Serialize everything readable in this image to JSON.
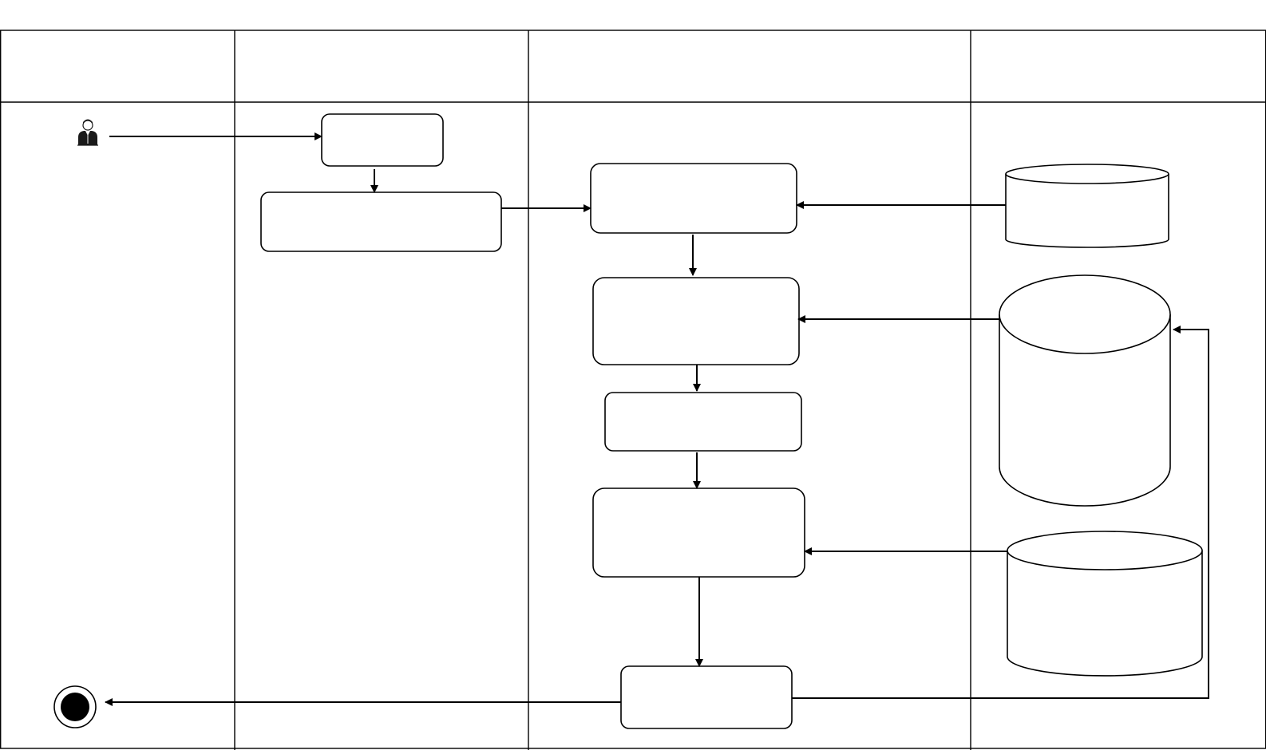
{
  "diagram": {
    "type": "swimlane-activity-diagram",
    "colors": {
      "stroke": "#000000",
      "background": "#ffffff",
      "fill": "#ffffff"
    },
    "lanes": [
      {
        "id": "lane-1",
        "title": ""
      },
      {
        "id": "lane-2",
        "title": ""
      },
      {
        "id": "lane-3",
        "title": ""
      },
      {
        "id": "lane-4",
        "title": ""
      }
    ],
    "nodes": [
      {
        "id": "actor",
        "kind": "actor",
        "icon": "user-icon",
        "label": ""
      },
      {
        "id": "box-a",
        "kind": "process",
        "label": ""
      },
      {
        "id": "box-b",
        "kind": "process",
        "label": ""
      },
      {
        "id": "box-c",
        "kind": "process",
        "label": ""
      },
      {
        "id": "box-d",
        "kind": "process",
        "label": ""
      },
      {
        "id": "box-e",
        "kind": "process",
        "label": ""
      },
      {
        "id": "box-f",
        "kind": "process",
        "label": ""
      },
      {
        "id": "box-g",
        "kind": "process",
        "label": ""
      },
      {
        "id": "db-1",
        "kind": "database",
        "label": ""
      },
      {
        "id": "db-2",
        "kind": "database",
        "label": ""
      },
      {
        "id": "db-3",
        "kind": "database",
        "label": ""
      },
      {
        "id": "end",
        "kind": "final-node",
        "icon": "end-node-icon",
        "label": ""
      }
    ],
    "edges": [
      {
        "from": "actor",
        "to": "box-a"
      },
      {
        "from": "box-a",
        "to": "box-b"
      },
      {
        "from": "box-b",
        "to": "box-c"
      },
      {
        "from": "db-1",
        "to": "box-c"
      },
      {
        "from": "box-c",
        "to": "box-d"
      },
      {
        "from": "db-2",
        "to": "box-d"
      },
      {
        "from": "box-d",
        "to": "box-e"
      },
      {
        "from": "box-e",
        "to": "box-f"
      },
      {
        "from": "db-3",
        "to": "box-f"
      },
      {
        "from": "box-f",
        "to": "box-g"
      },
      {
        "from": "box-g",
        "to": "db-2"
      },
      {
        "from": "box-g",
        "to": "end"
      }
    ]
  }
}
